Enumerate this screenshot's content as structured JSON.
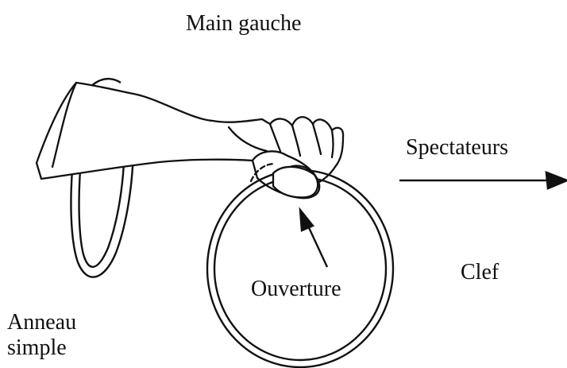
{
  "labels": {
    "title": "Main gauche",
    "audience": "Spectateurs",
    "key": "Clef",
    "opening": "Ouverture",
    "ring_line1": "Anneau",
    "ring_line2": "simple"
  },
  "colors": {
    "ink": "#111111",
    "background": "#ffffff"
  }
}
